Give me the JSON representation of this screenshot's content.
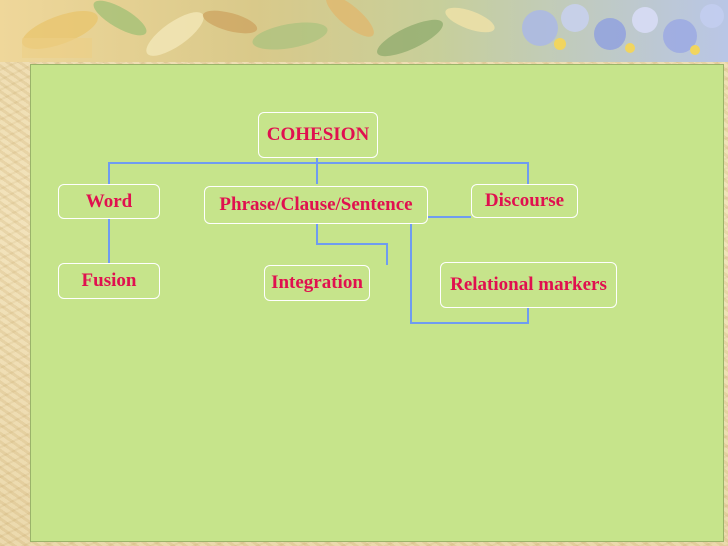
{
  "diagram": {
    "root": "COHESION",
    "level1": {
      "word": "Word",
      "phrase": "Phrase/Clause/Sentence",
      "discourse": "Discourse"
    },
    "level2": {
      "fusion": "Fusion",
      "integration": "Integration",
      "relational": "Relational markers"
    }
  },
  "colors": {
    "panel": "#c6e48b",
    "node_text": "#e0104f",
    "connector": "#6f9cf0"
  }
}
